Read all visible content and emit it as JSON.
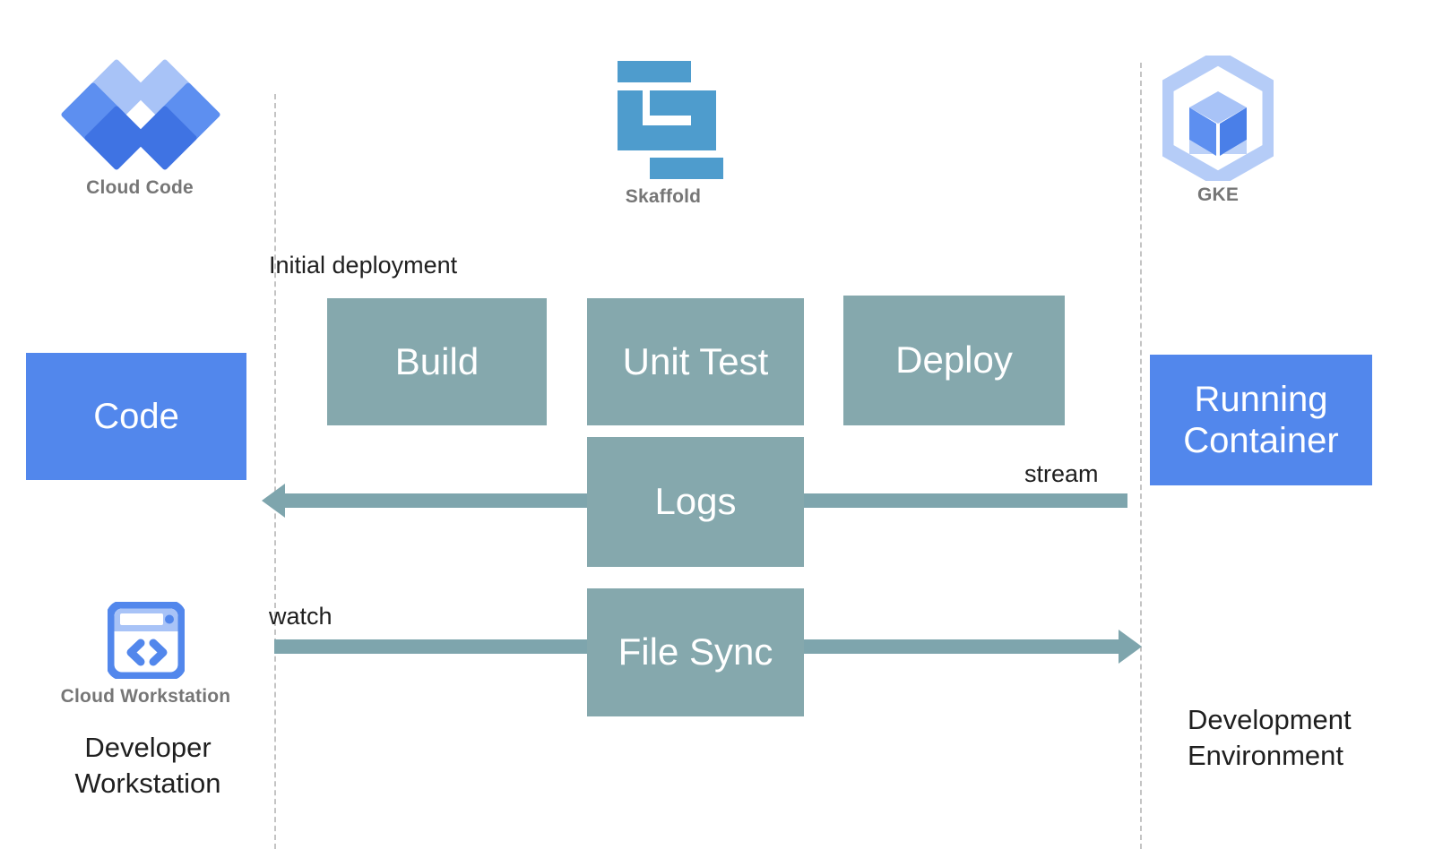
{
  "diagram": {
    "title": "Skaffold development loop with Cloud Code, Cloud Workstation and GKE",
    "colors": {
      "teal_box": "#85a8ad",
      "arrow": "#7ea5ad",
      "blue_box": "#5287ec",
      "boundary_dash": "#c4c4c4",
      "caption_gray": "#767676",
      "background": "#ffffff"
    }
  },
  "logos": [
    {
      "id": "cloud-code",
      "caption": "Cloud Code",
      "icon": "cloud-code-diamonds-icon",
      "colors": {
        "light": "#a8c3f7",
        "mid": "#5d8ff0",
        "dark": "#3f73e3"
      }
    },
    {
      "id": "skaffold",
      "caption": "Skaffold",
      "icon": "skaffold-blocks-icon",
      "colors": {
        "block": "#4e9ccd"
      }
    },
    {
      "id": "gke",
      "caption": "GKE",
      "icon": "gke-hexagon-cube-icon",
      "colors": {
        "hex": "#b5ccf7",
        "cube_top": "#a8c3f7",
        "cube_left": "#5d8ff0",
        "cube_right": "#4a7fe8"
      }
    }
  ],
  "workstation": {
    "icon": "cloud-workstation-window-icon",
    "caption": "Cloud Workstation",
    "colors": {
      "frame": "#5287ec",
      "titlebar": "#a8c3f7",
      "brackets": "#5287ec"
    }
  },
  "boxes": [
    {
      "id": "code",
      "label": "Code",
      "style": "blue"
    },
    {
      "id": "build",
      "label": "Build",
      "style": "teal"
    },
    {
      "id": "unit-test",
      "label": "Unit Test",
      "style": "teal"
    },
    {
      "id": "deploy",
      "label": "Deploy",
      "style": "teal"
    },
    {
      "id": "logs",
      "label": "Logs",
      "style": "teal"
    },
    {
      "id": "file-sync",
      "label": "File Sync",
      "style": "teal"
    },
    {
      "id": "running-container",
      "label": "Running\nContainer",
      "label_line1": "Running",
      "label_line2": "Container",
      "style": "blue"
    }
  ],
  "flow_labels": {
    "initial_deployment": "Initial deployment",
    "stream": "stream",
    "watch": "watch"
  },
  "zone_labels": {
    "developer_workstation_line1": "Developer",
    "developer_workstation_line2": "Workstation",
    "development_environment_line1": "Development",
    "development_environment_line2": "Environment"
  }
}
